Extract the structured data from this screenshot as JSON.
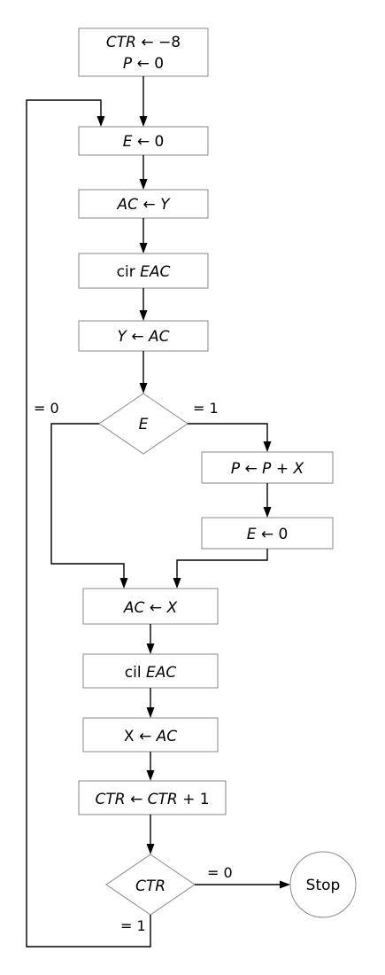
{
  "diagram": {
    "init": {
      "line1_var": "CTR",
      "line1_rest": "← −8",
      "line2_var": "P",
      "line2_rest": "← 0"
    },
    "e_clear": {
      "var": "E",
      "rest": "← 0"
    },
    "ac_from_y": {
      "var": "AC",
      "op": "←",
      "src": "Y"
    },
    "cir": {
      "op": "cir",
      "var": "EAC"
    },
    "y_from_ac": {
      "var": "Y",
      "op": "←",
      "src": "AC"
    },
    "decision_e": {
      "var": "E",
      "left_label": "= 0",
      "right_label": "= 1"
    },
    "add": {
      "var": "P",
      "op": "←",
      "a": "P",
      "plus": "+",
      "b": "X"
    },
    "e_clear2": {
      "var": "E",
      "rest": "← 0"
    },
    "ac_from_x": {
      "var": "AC",
      "op": "←",
      "src": "X"
    },
    "cil": {
      "op": "cil",
      "var": "EAC"
    },
    "x_from_ac": {
      "var": "X",
      "op": "←",
      "src": "AC"
    },
    "ctr_inc": {
      "var": "CTR",
      "op": "←",
      "a": "CTR",
      "rest": "+ 1"
    },
    "decision_ctr": {
      "var": "CTR",
      "right_label": "= 0",
      "bottom_label": "= 1"
    },
    "stop": {
      "label": "Stop"
    }
  }
}
